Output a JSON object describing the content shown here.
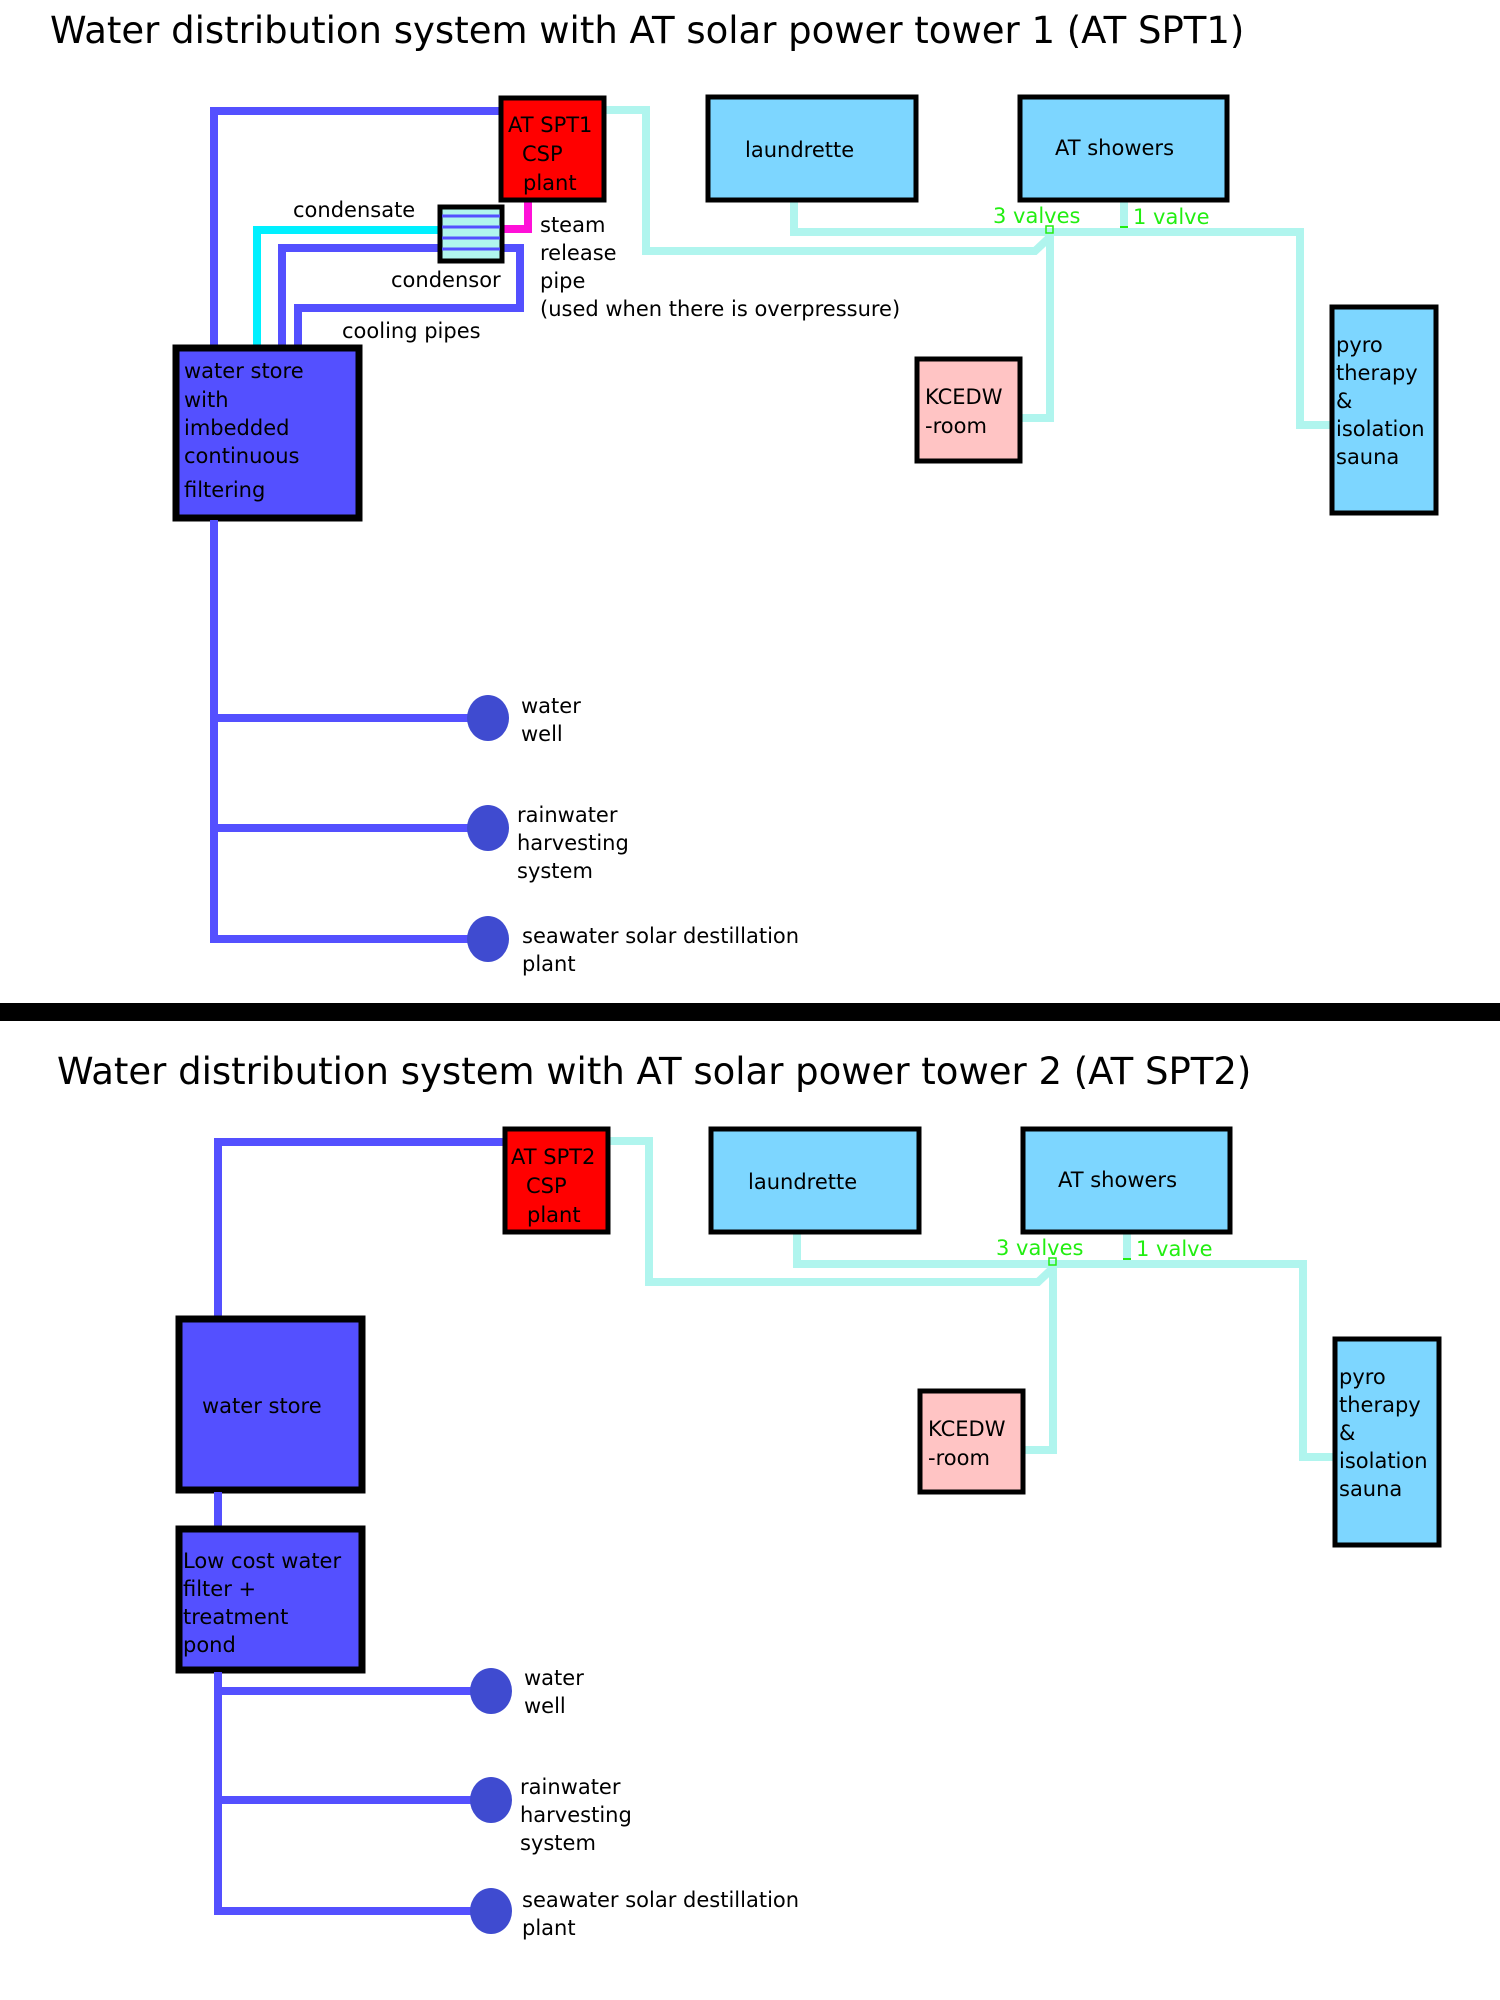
{
  "colors": {
    "water_pipe": "#5450ff",
    "potable_pipe": "#b0f5ee",
    "condensate_pipe": "#00f0ff",
    "steam_pipe": "#ff10d8",
    "csp_plant": "#ff0000",
    "consumer": "#7dd6ff",
    "kcedw": "#ffc4c4",
    "source_node": "#3f4bd0",
    "valve_label": "#22ee11",
    "divider": "#000000"
  },
  "sections": [
    {
      "title": "Water distribution system with AT solar power tower 1 (AT SPT1)",
      "csp_plant": [
        "AT SPT1",
        "CSP",
        "plant"
      ],
      "water_store": [
        "water store",
        "with",
        "imbedded",
        "continuous",
        "filtering"
      ],
      "condensate_label": "condensate",
      "condensor_label": "condensor",
      "cooling_pipes_label": "cooling pipes",
      "steam_pipe_label": [
        "steam",
        "release",
        "pipe",
        "(used when there is overpressure)"
      ],
      "laundrette": "laundrette",
      "showers": "AT showers",
      "valves_3": "3 valves",
      "valves_1": "1 valve",
      "kcedw": [
        "KCEDW",
        "-room"
      ],
      "sauna": [
        "pyro",
        "therapy",
        "&",
        "isolation",
        "sauna"
      ],
      "sources": [
        {
          "label": [
            "water",
            "well"
          ]
        },
        {
          "label": [
            "rainwater",
            "harvesting",
            "system"
          ]
        },
        {
          "label": [
            "seawater solar destillation",
            "plant"
          ]
        }
      ]
    },
    {
      "title": "Water distribution system  with AT solar power tower 2 (AT SPT2)",
      "csp_plant": [
        "AT SPT2",
        "CSP",
        "plant"
      ],
      "water_store": [
        "water store"
      ],
      "filter": [
        "Low cost water",
        "filter +",
        "treatment",
        "pond"
      ],
      "laundrette": "laundrette",
      "showers": "AT showers",
      "valves_3": "3 valves",
      "valves_1": "1 valve",
      "kcedw": [
        "KCEDW",
        "-room"
      ],
      "sauna": [
        "pyro",
        "therapy",
        "&",
        "isolation",
        "sauna"
      ],
      "sources": [
        {
          "label": [
            "water",
            "well"
          ]
        },
        {
          "label": [
            "rainwater",
            "harvesting",
            "system"
          ]
        },
        {
          "label": [
            "seawater solar destillation",
            "plant"
          ]
        }
      ]
    }
  ]
}
